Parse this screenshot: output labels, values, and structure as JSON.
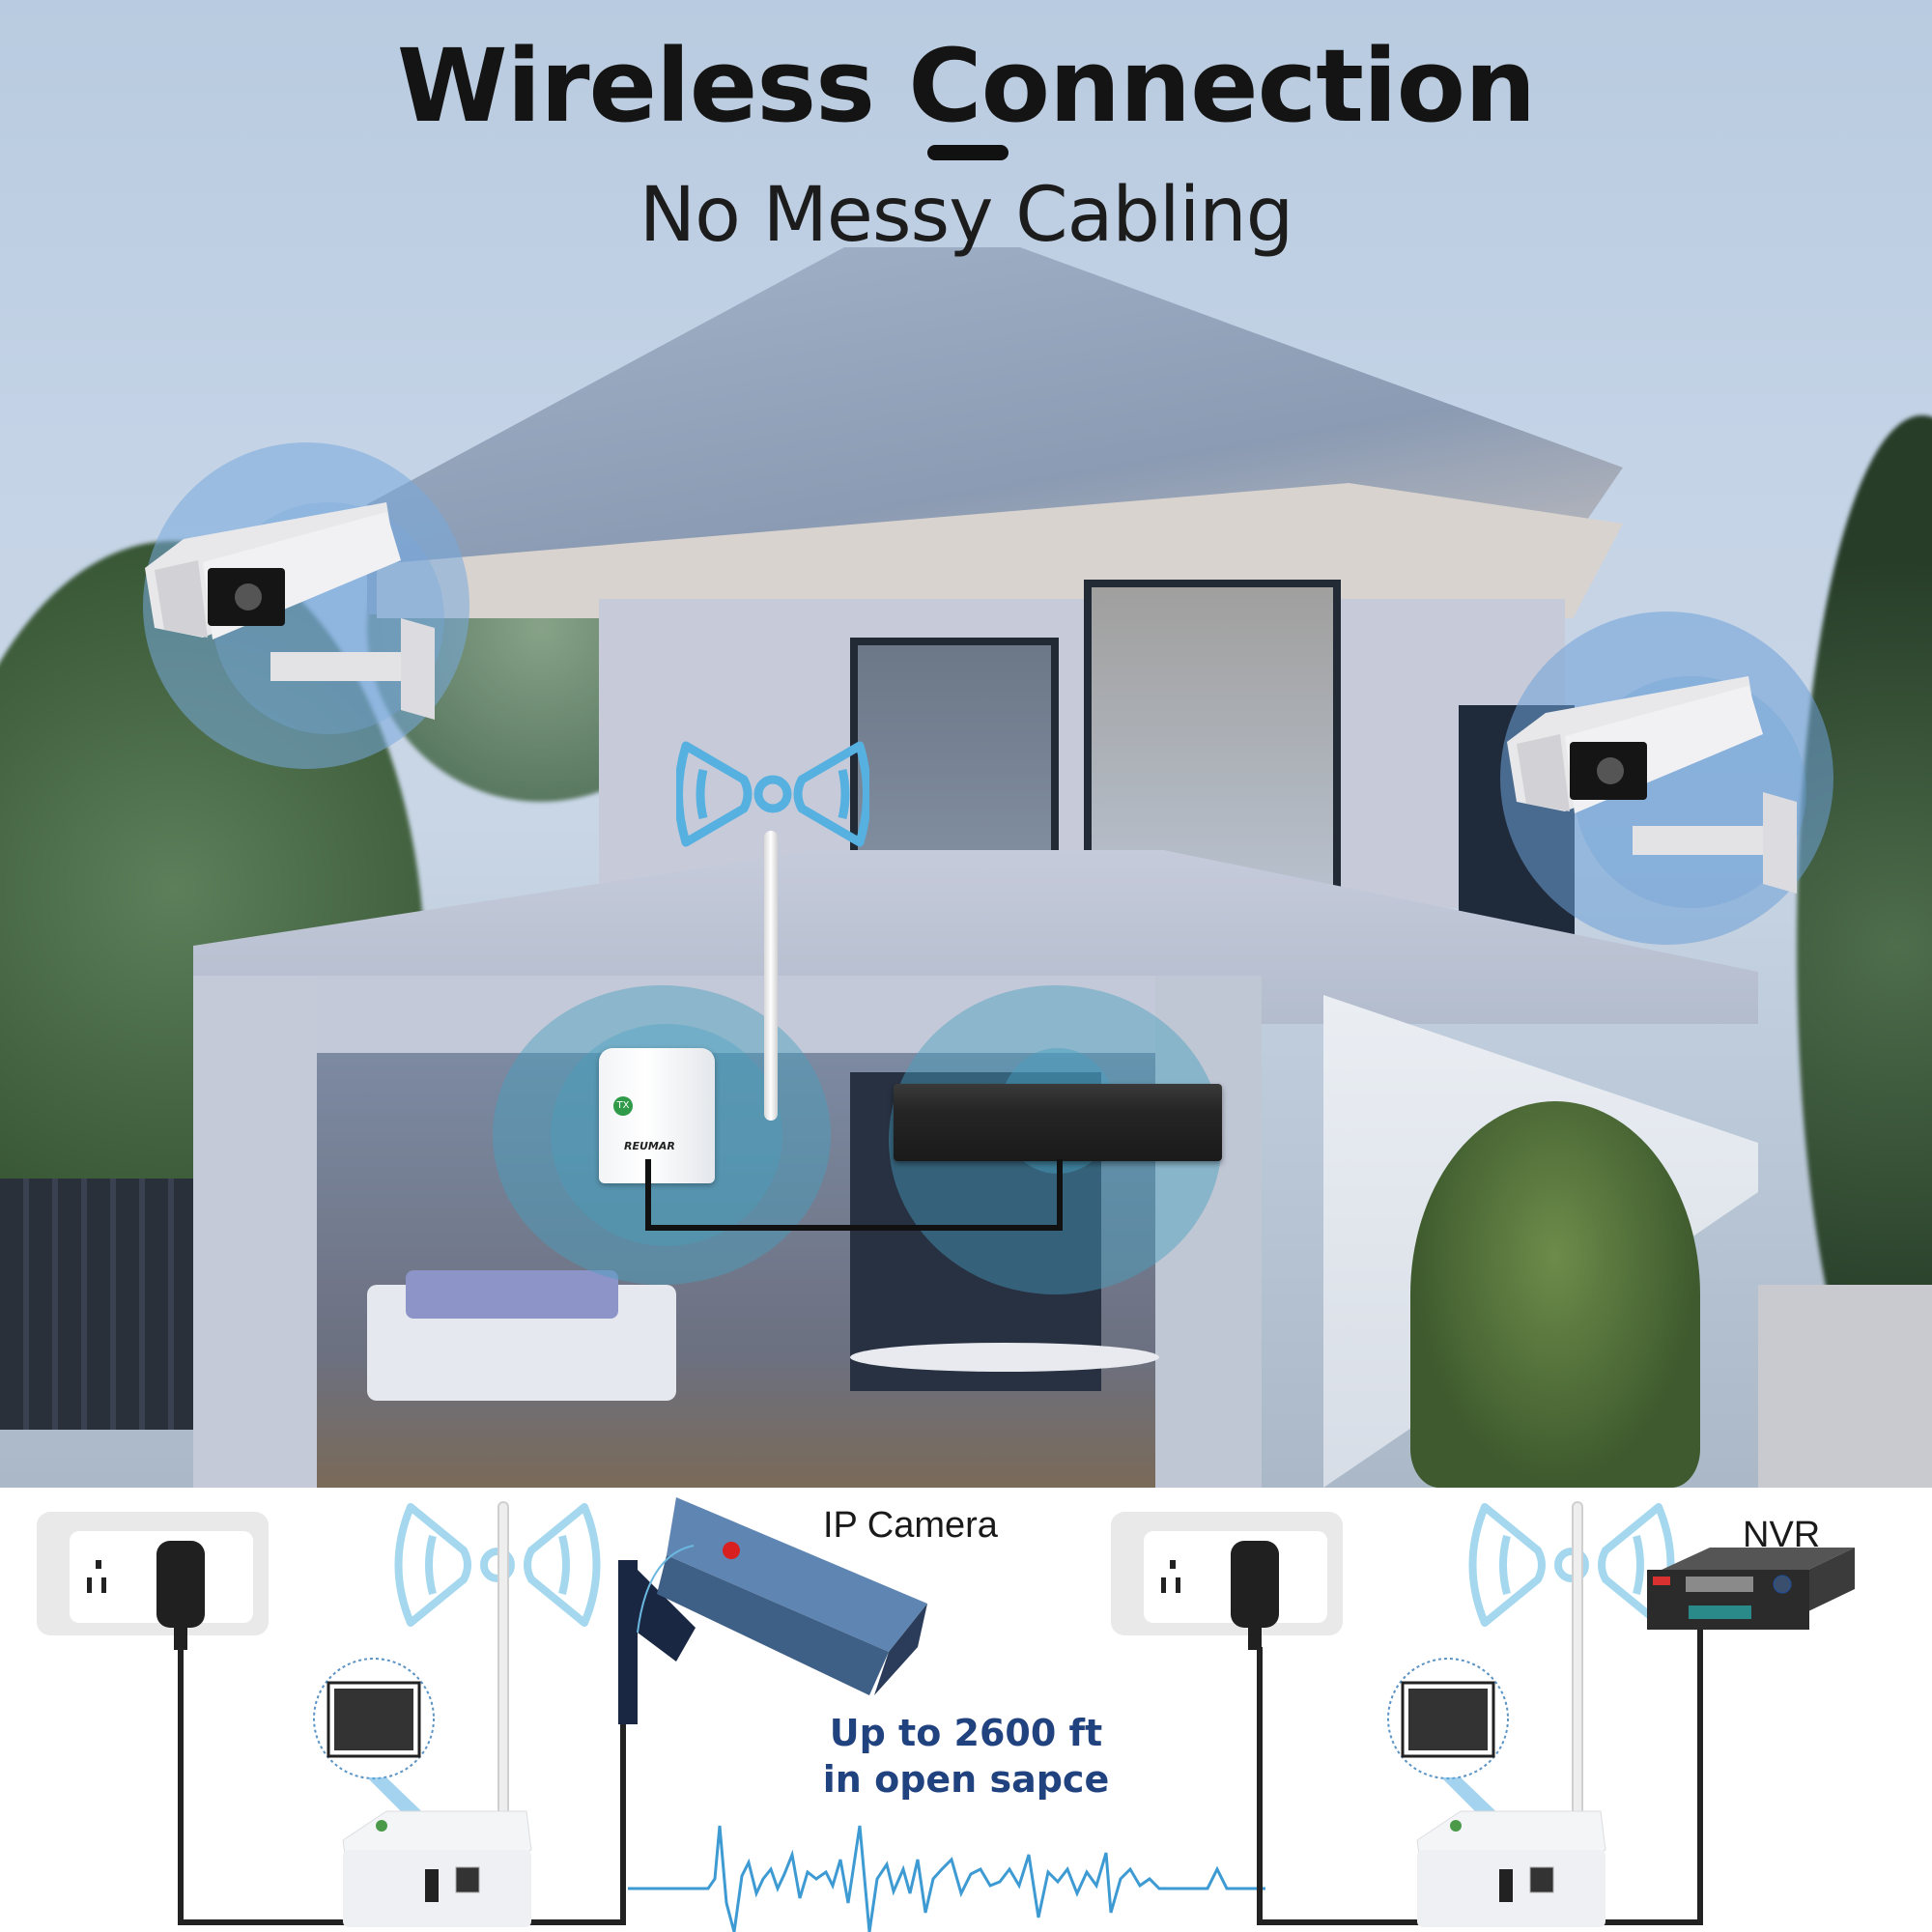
{
  "header": {
    "title": "Wireless Connection",
    "subtitle": "No Messy Cabling"
  },
  "scene": {
    "devices": [
      {
        "type": "cctv-camera",
        "position": "upper-left"
      },
      {
        "type": "cctv-camera",
        "position": "upper-right"
      },
      {
        "type": "wireless-bridge-transmitter",
        "badge": "TX",
        "brand": "REUMAR"
      },
      {
        "type": "nvr-recorder"
      }
    ],
    "ripple_color": "#5fa7c9"
  },
  "diagram": {
    "ip_camera_label": "IP Camera",
    "nvr_label": "NVR",
    "range_line1": "Up to 2600 ft",
    "range_line2": "in open sapce",
    "range_color": "#20427e",
    "signal_color": "#63b7e0",
    "cable_color": "#222222"
  }
}
